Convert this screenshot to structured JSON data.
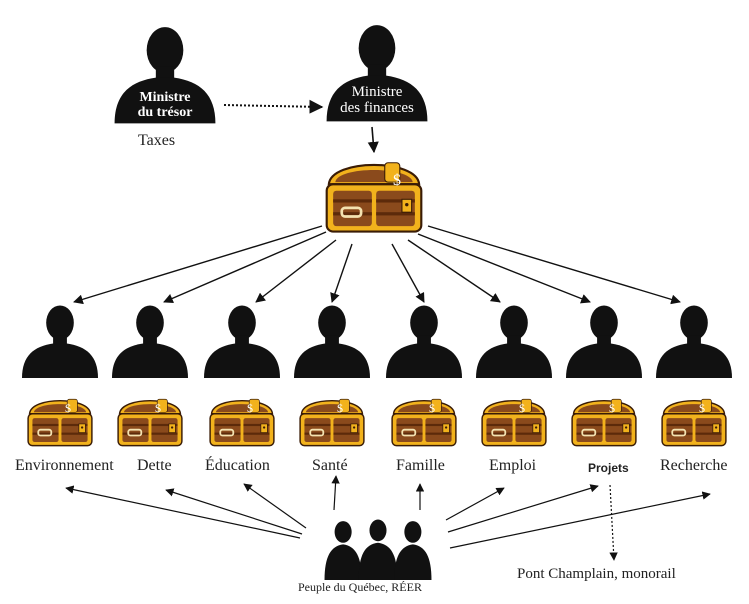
{
  "top": {
    "tresor_line1": "Ministre",
    "tresor_line2": "du trésor",
    "taxes": "Taxes",
    "finances_line1": "Ministre",
    "finances_line2": "des finances"
  },
  "treasury_symbol": "$",
  "ministries": [
    {
      "label": "Environnement"
    },
    {
      "label": "Dette"
    },
    {
      "label": "Éducation"
    },
    {
      "label": "Santé"
    },
    {
      "label": "Famille"
    },
    {
      "label": "Emploi"
    },
    {
      "label": "Projets"
    },
    {
      "label": "Recherche"
    }
  ],
  "people": "Peuple du Québec, RÉER",
  "project_note": "Pont Champlain, monorail",
  "colors": {
    "silhouette": "#111111",
    "chest_wood": "#8a4a1c",
    "chest_dark": "#4a2208",
    "chest_gold": "#f2b21c",
    "arrow": "#111111"
  },
  "icons": [
    "person-silhouette-icon",
    "treasure-chest-icon",
    "group-silhouette-icon",
    "arrow-icon"
  ]
}
